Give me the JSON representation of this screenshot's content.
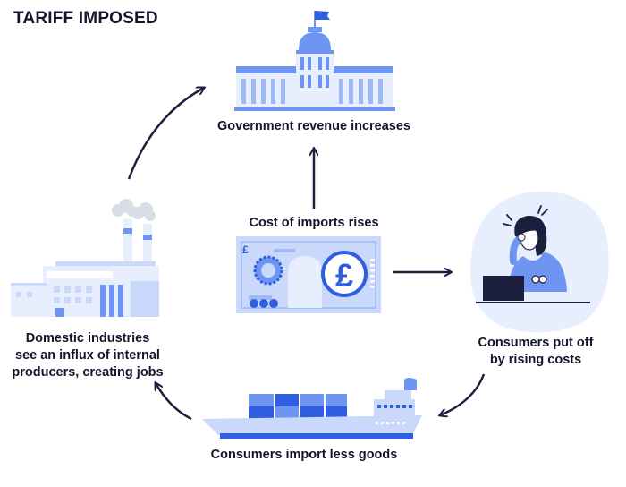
{
  "title": "TARIFF IMPOSED",
  "nodes": {
    "government": "Government revenue increases",
    "imports_cost": "Cost of imports rises",
    "consumers_costs": [
      "Consumers put off",
      "by rising costs"
    ],
    "import_less": "Consumers import less goods",
    "domestic": [
      "Domestic industries",
      "see an influx of internal",
      "producers, creating jobs"
    ]
  },
  "money_symbol": "£",
  "colors": {
    "text": "#14142b",
    "arrow": "#1d1f3f",
    "blue_dark": "#2f5fe0",
    "blue_mid": "#6f95f2",
    "blue_light": "#c9d8fb",
    "blue_pale": "#e7eefd"
  },
  "icons": [
    "government-building-icon",
    "banknote-icon",
    "stressed-consumer-icon",
    "cargo-ship-icon",
    "factory-icon"
  ]
}
